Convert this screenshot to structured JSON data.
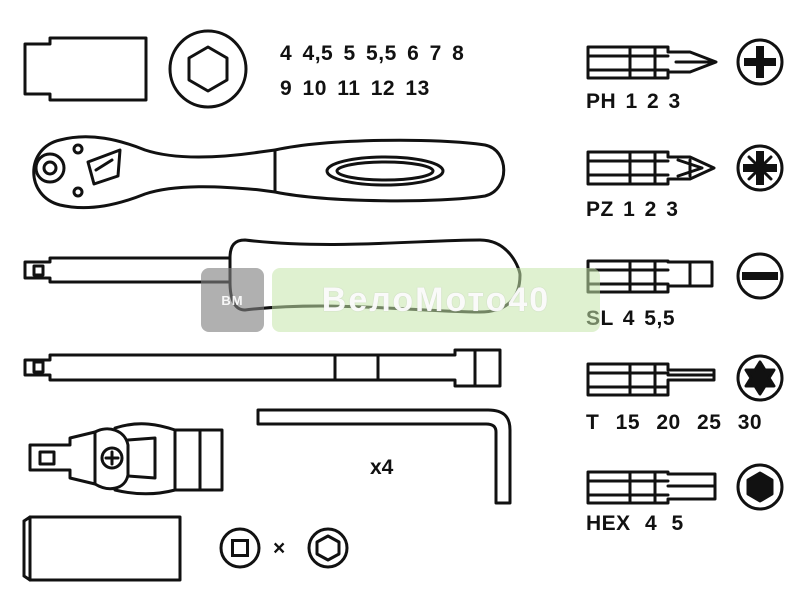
{
  "sockets": {
    "sizes_row1": "4 4,5 5 5,5 6 7 8",
    "sizes_row2": "9 10 11 12 13"
  },
  "bits": {
    "ph": "PH 1 2 3",
    "pz": "PZ 1 2 3",
    "sl": "SL 4 5,5",
    "t": "T 15 20 25 30",
    "hex": "HEX 4 5"
  },
  "hex_key_count": "x4",
  "adapter_multiplier": "×",
  "watermark": {
    "badge": "BM",
    "text": "ВелоМото40"
  },
  "colors": {
    "line": "#111111",
    "background": "#ffffff",
    "watermark_band": "#c4e6aa",
    "watermark_badge": "#808080"
  }
}
